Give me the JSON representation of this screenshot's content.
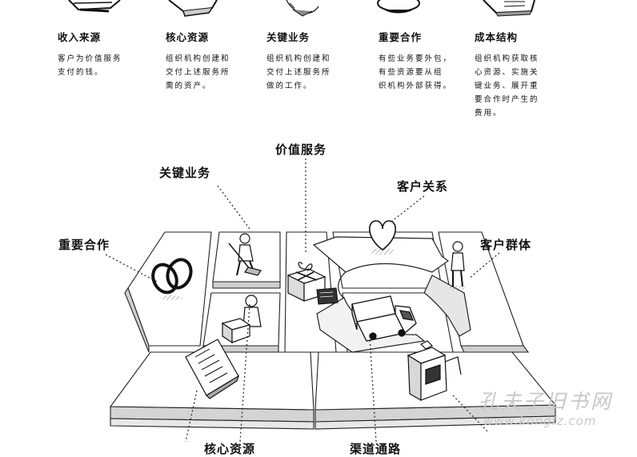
{
  "columns": [
    {
      "title": "收入来源",
      "lines": [
        "客户为价值服务",
        "支付的钱。"
      ]
    },
    {
      "title": "核心资源",
      "lines": [
        "组织机构创建和",
        "交付上述服务所",
        "需的资产。"
      ]
    },
    {
      "title": "关键业务",
      "lines": [
        "组织机构创建和",
        "交付上述服务所",
        "做的工作。"
      ]
    },
    {
      "title": "重要合作",
      "lines": [
        "有些业务要外包，",
        "有些资源要从组",
        "织机构外部获得。"
      ]
    },
    {
      "title": "成本结构",
      "lines": [
        "组织机构获取核",
        "心资源、实施关",
        "键业务、展开重",
        "要合作时产生的",
        "费用。"
      ]
    }
  ],
  "callouts": {
    "value_service": "价值服务",
    "key_activities": "关键业务",
    "customer_relations": "客户关系",
    "key_partners": "重要合作",
    "customer_segments": "客户群体",
    "core_resources": "核心资源",
    "channels": "渠道通路"
  },
  "icons": [
    "cash-register-icon",
    "boxes-icon",
    "worker-icon",
    "heart-hand-icon",
    "ledger-icon"
  ],
  "watermark": {
    "text": "孔夫子旧书网",
    "url": "www.kongfz.com"
  }
}
